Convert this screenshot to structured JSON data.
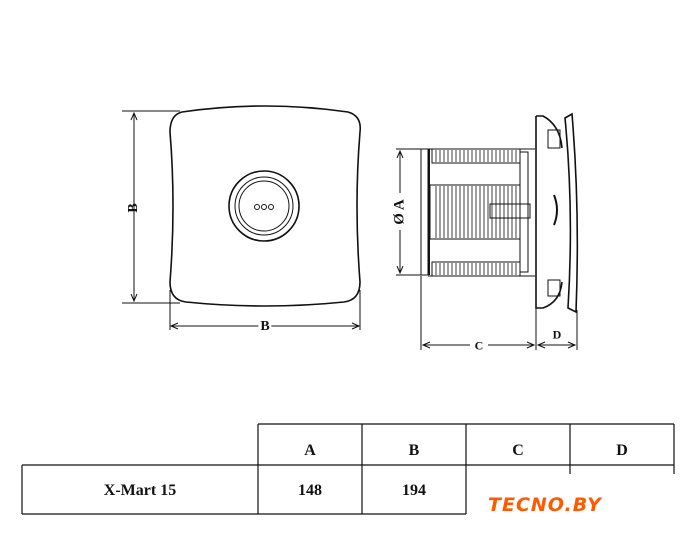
{
  "drawing": {
    "front_view": {
      "width_label": "B",
      "height_label": "B"
    },
    "side_view": {
      "diameter_label": "Ø A",
      "depth_label": "C",
      "grille_label": "D"
    }
  },
  "table": {
    "headers": [
      "A",
      "B",
      "C",
      "D"
    ],
    "rows": [
      {
        "model": "X-Mart 15",
        "values": [
          "148",
          "194"
        ]
      }
    ]
  },
  "watermark": {
    "text": "TECNO.BY",
    "color": "#ff5a00"
  }
}
